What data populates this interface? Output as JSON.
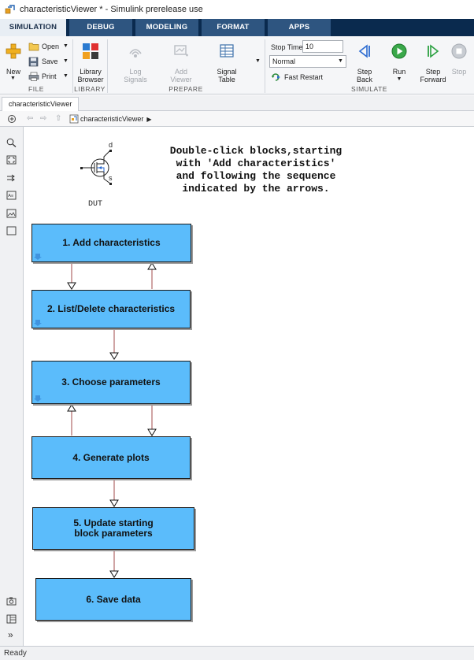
{
  "window": {
    "title": "characteristicViewer * - Simulink prerelease use"
  },
  "ribbon": {
    "tabs": [
      {
        "label": "SIMULATION",
        "active": true
      },
      {
        "label": "DEBUG",
        "active": false
      },
      {
        "label": "MODELING",
        "active": false
      },
      {
        "label": "FORMAT",
        "active": false
      },
      {
        "label": "APPS",
        "active": false
      }
    ],
    "file": {
      "group_label": "FILE",
      "new_label": "New",
      "open_label": "Open",
      "save_label": "Save",
      "print_label": "Print"
    },
    "library": {
      "group_label": "LIBRARY",
      "browser_label_1": "Library",
      "browser_label_2": "Browser"
    },
    "prepare": {
      "group_label": "PREPARE",
      "log_signals_1": "Log",
      "log_signals_2": "Signals",
      "add_viewer_1": "Add",
      "add_viewer_2": "Viewer",
      "signal_table_1": "Signal",
      "signal_table_2": "Table"
    },
    "simulate": {
      "group_label": "SIMULATE",
      "stop_time_label": "Stop Time",
      "stop_time_value": "10",
      "mode_value": "Normal",
      "fast_restart_label": "Fast Restart",
      "step_back_1": "Step",
      "step_back_2": "Back",
      "run_label": "Run",
      "step_forward_1": "Step",
      "step_forward_2": "Forward",
      "stop_label": "Stop"
    }
  },
  "model_tab": "characteristicViewer",
  "breadcrumb": "characteristicViewer",
  "canvas": {
    "instructions": "Double-click blocks,starting\nwith 'Add characteristics'\nand following the sequence\nindicated by the arrows.",
    "dut": {
      "label": "DUT",
      "pin_d": "d",
      "pin_s": "s"
    },
    "blocks": [
      {
        "label": "1. Add characteristics"
      },
      {
        "label": "2. List/Delete characteristics"
      },
      {
        "label": "3. Choose parameters"
      },
      {
        "label": "4. Generate plots"
      },
      {
        "label": "5. Update starting\nblock parameters"
      },
      {
        "label": "6. Save data"
      }
    ]
  },
  "status": "Ready",
  "colors": {
    "block_fill": "#5bbcfb",
    "ribbon_tabbar": "#0a2a4e",
    "connector": "#a04848"
  }
}
